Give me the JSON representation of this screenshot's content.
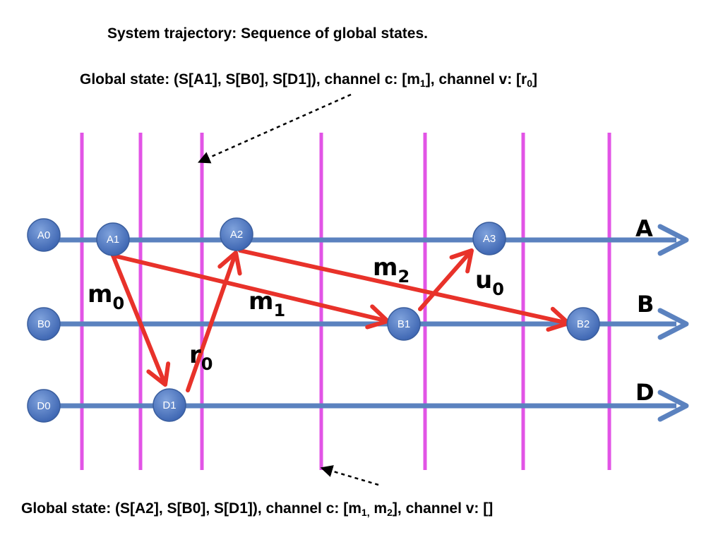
{
  "title": "System trajectory: Sequence of global states.",
  "top_state": {
    "prefix": "Global state: (S[A1], S[B0], S[D1]), channel c: [m",
    "sub1": "1",
    "mid": "], channel v: [r",
    "sub2": "0",
    "suffix": "]"
  },
  "bottom_state": {
    "prefix": "Global state: (S[A2], S[B0], S[D1]), channel c: [m",
    "sub1": "1,",
    "mid": " m",
    "sub2": "2",
    "suffix": "], channel v: []"
  },
  "processes": [
    "A",
    "B",
    "D"
  ],
  "nodes": [
    "A0",
    "A1",
    "A2",
    "A3",
    "B0",
    "B1",
    "B2",
    "D0",
    "D1"
  ],
  "messages": [
    {
      "base": "m",
      "sub": "0"
    },
    {
      "base": "m",
      "sub": "1"
    },
    {
      "base": "m",
      "sub": "2"
    },
    {
      "base": "r",
      "sub": "0"
    },
    {
      "base": "u",
      "sub": "0"
    }
  ],
  "colors": {
    "timeline": "#5b82bf",
    "node_fill": "#4f78c4",
    "cut_line": "#e254e6",
    "message_arrow": "#e8322a",
    "pointer": "#000000"
  }
}
